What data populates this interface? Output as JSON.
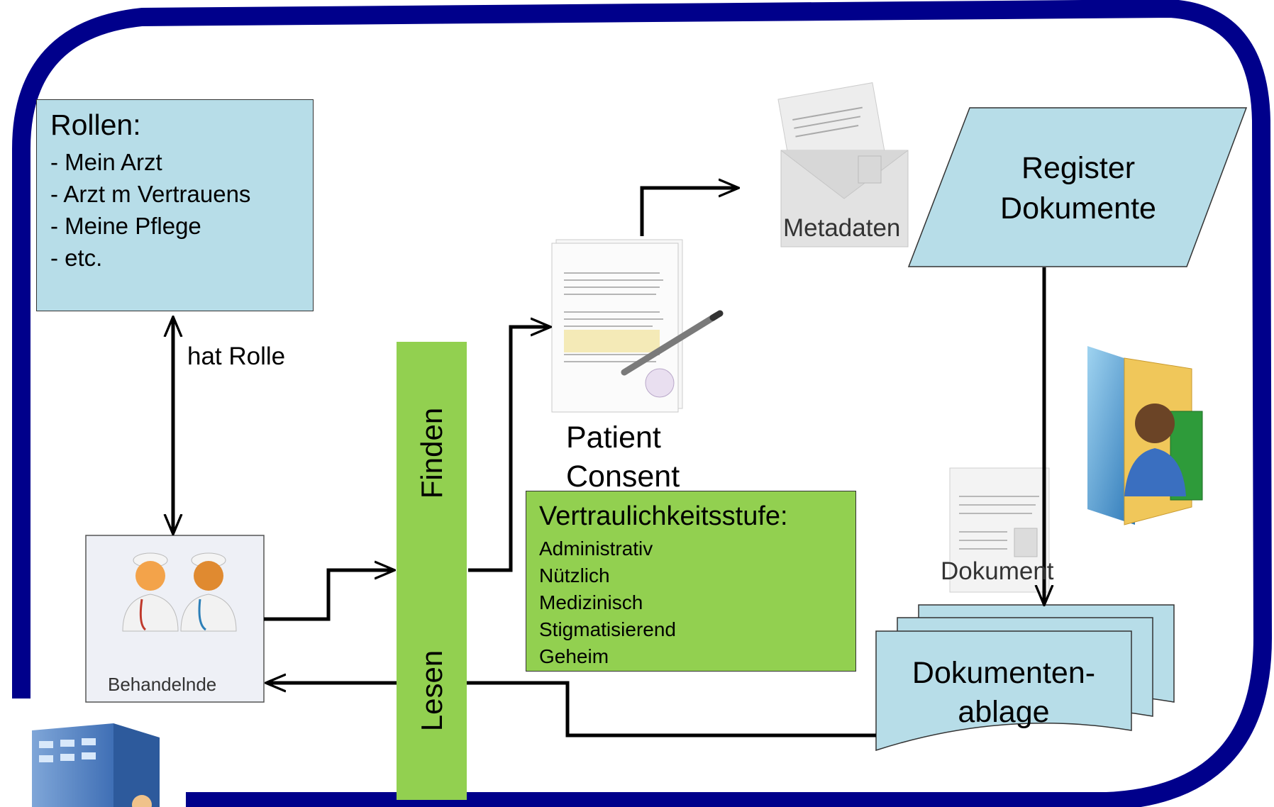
{
  "roles": {
    "title": "Rollen:",
    "items": [
      "- Mein Arzt",
      "- Arzt m Vertrauens",
      "- Meine Pflege",
      "- etc."
    ]
  },
  "edges": {
    "has_role": "hat Rolle"
  },
  "actor": {
    "label": "Behandelnde"
  },
  "bar": {
    "find": "Finden",
    "read": "Lesen"
  },
  "consent": {
    "line1": "Patient",
    "line2": "Consent"
  },
  "confidentiality": {
    "title": "Vertraulichkeitsstufe:",
    "levels": [
      "Administrativ",
      "Nützlich",
      "Medizinisch",
      "Stigmatisierend",
      "Geheim"
    ]
  },
  "metadata": {
    "label": "Metadaten"
  },
  "registry": {
    "line1": "Register",
    "line2": "Dokumente"
  },
  "document": {
    "label": "Dokument"
  },
  "repository": {
    "line1": "Dokumenten-",
    "line2": "ablage"
  },
  "colors": {
    "frame": "#00008b",
    "light_blue": "#b7dde8",
    "green": "#92d050",
    "arrow": "#000000"
  },
  "icons": [
    "doctors-icon",
    "consent-document-icon",
    "metadata-envelope-icon",
    "document-icon",
    "patient-folder-icon",
    "hospital-icon"
  ]
}
